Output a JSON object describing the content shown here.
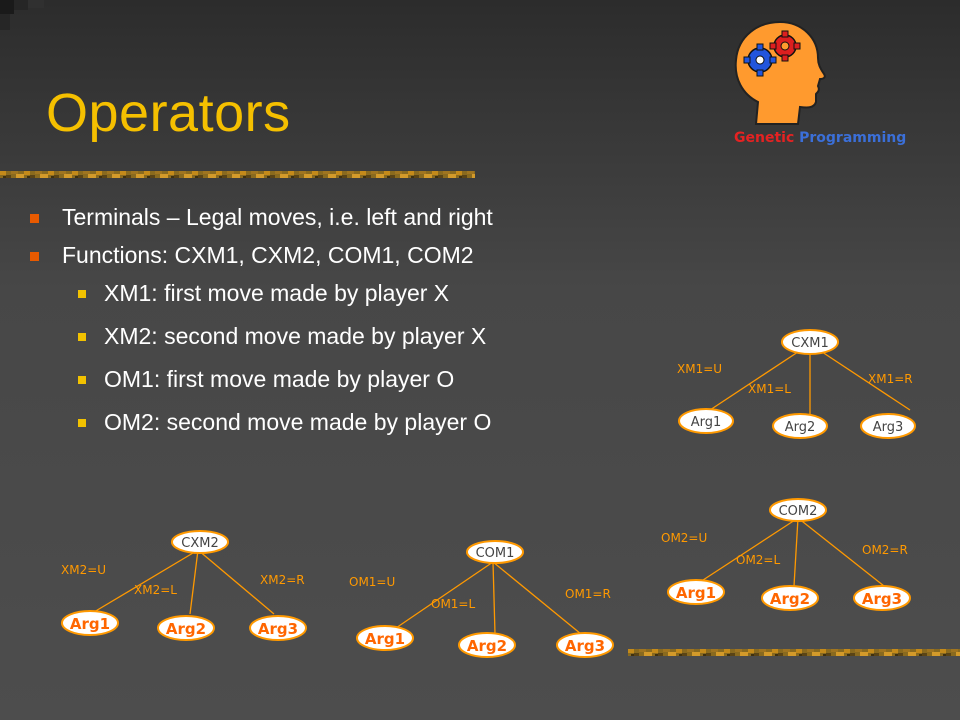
{
  "slide": {
    "title": "Operators",
    "bullets": [
      {
        "level": 1,
        "text": "Terminals – Legal moves, i.e. left and right"
      },
      {
        "level": 1,
        "text": "Functions: CXM1, CXM2, COM1, COM2"
      },
      {
        "level": 2,
        "text": "XM1: first move made by player X"
      },
      {
        "level": 2,
        "text": "XM2: second move made by player X"
      },
      {
        "level": 2,
        "text": "OM1: first move made by player O"
      },
      {
        "level": 2,
        "text": "OM2: second move made by player O"
      }
    ]
  },
  "logo": {
    "word1": "Genetic",
    "word2": "Programming",
    "icon": "head-with-gears-icon"
  },
  "colors": {
    "title": "#f5c000",
    "bullet_l1": "#e85a00",
    "bullet_l2": "#f2c200",
    "tree_line": "#ff9900",
    "tree_text_orange": "#ff6600"
  },
  "trees": [
    {
      "id": "cxm1",
      "root": "CXM1",
      "labels": [
        "XM1=U",
        "XM1=L",
        "XM1=R"
      ],
      "leaves": [
        "Arg1",
        "Arg2",
        "Arg3"
      ],
      "style": "white"
    },
    {
      "id": "com2",
      "root": "COM2",
      "labels": [
        "OM2=U",
        "OM2=L",
        "OM2=R"
      ],
      "leaves": [
        "Arg1",
        "Arg2",
        "Arg3"
      ],
      "style": "orange"
    },
    {
      "id": "cxm2",
      "root": "CXM2",
      "labels": [
        "XM2=U",
        "XM2=L",
        "XM2=R"
      ],
      "leaves": [
        "Arg1",
        "Arg2",
        "Arg3"
      ],
      "style": "orange"
    },
    {
      "id": "com1",
      "root": "COM1",
      "labels": [
        "OM1=U",
        "OM1=L",
        "OM1=R"
      ],
      "leaves": [
        "Arg1",
        "Arg2",
        "Arg3"
      ],
      "style": "orange"
    }
  ]
}
